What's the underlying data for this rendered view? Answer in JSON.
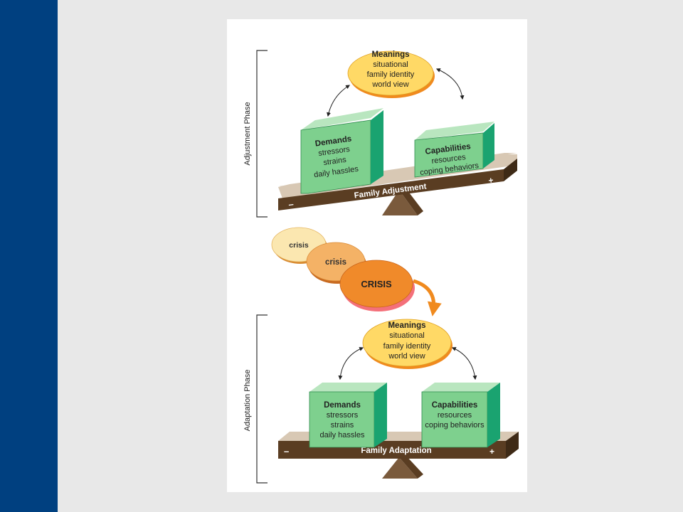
{
  "colors": {
    "sidebar": "#004080",
    "background": "#e8e8e8",
    "panel": "#ffffff",
    "box_front": "#7ed08e",
    "box_top": "#b9e6bf",
    "box_side": "#1aa370",
    "plank_top": "#d8c8b4",
    "plank_front": "#5a3d22",
    "fulcrum": "#7a5a3c",
    "meanings_fill": "#ffd966",
    "meanings_shadow": "#f08a1e",
    "crisis_arrow": "#f08a1e"
  },
  "adjustment": {
    "phase_label": "Adjustment Phase",
    "meanings": {
      "title": "Meanings",
      "lines": [
        "situational",
        "family identity",
        "world view"
      ]
    },
    "demands": {
      "title": "Demands",
      "lines": [
        "stressors",
        "strains",
        "daily hassles"
      ]
    },
    "capabilities": {
      "title": "Capabilities",
      "lines": [
        "resources",
        "coping behaviors"
      ]
    },
    "scale": {
      "label": "Family Adjustment",
      "minus": "–",
      "plus": "+"
    }
  },
  "crisis": {
    "small": "crisis",
    "medium": "crisis",
    "large": "CRISIS"
  },
  "adaptation": {
    "phase_label": "Adaptation Phase",
    "meanings": {
      "title": "Meanings",
      "lines": [
        "situational",
        "family identity",
        "world view"
      ]
    },
    "demands": {
      "title": "Demands",
      "lines": [
        "stressors",
        "strains",
        "daily hassles"
      ]
    },
    "capabilities": {
      "title": "Capabilities",
      "lines": [
        "resources",
        "coping behaviors"
      ]
    },
    "scale": {
      "label": "Family Adaptation",
      "minus": "–",
      "plus": "+"
    }
  }
}
